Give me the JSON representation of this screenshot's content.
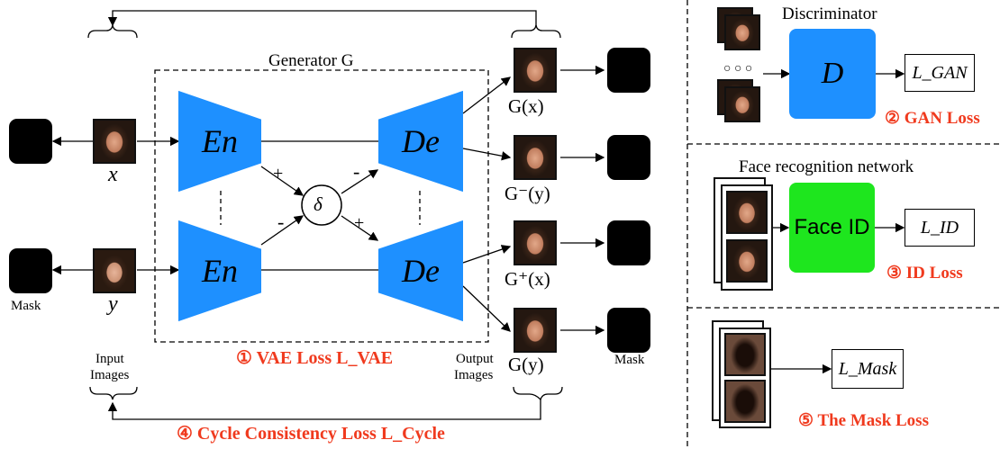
{
  "generator_title": "Generator G",
  "encoder_label": "En",
  "decoder_label": "De",
  "delta_label": "δ",
  "signs": {
    "top_left": "+",
    "top_right": "-",
    "bottom_left": "-",
    "bottom_right": "+"
  },
  "inputs": {
    "x_label": "x",
    "y_label": "y",
    "caption": [
      "Input",
      "Images"
    ]
  },
  "outputs": {
    "labels": [
      "G(x)",
      "G⁻(y)",
      "G⁺(x)",
      "G(y)"
    ],
    "caption": [
      "Output",
      "Images"
    ]
  },
  "mask_labels": {
    "left": "Mask",
    "right": "Mask"
  },
  "losses": {
    "vae": "① VAE Loss L_VAE",
    "cycle": "④ Cycle Consistency Loss L_Cycle",
    "gan": "② GAN Loss",
    "id": "③ ID Loss",
    "mask": "⑤ The Mask Loss"
  },
  "discriminator": {
    "title": "Discriminator",
    "box": "D",
    "ellipsis": "○ ○ ○",
    "output": "L_GAN"
  },
  "face_recognition": {
    "title": "Face recognition network",
    "box": "Face ID",
    "output": "L_ID"
  },
  "mask_loss": {
    "output": "L_Mask"
  },
  "colors": {
    "network_blue": "#1e90ff",
    "face_id_green": "#1ee61e",
    "loss_red": "#f03a1e"
  }
}
